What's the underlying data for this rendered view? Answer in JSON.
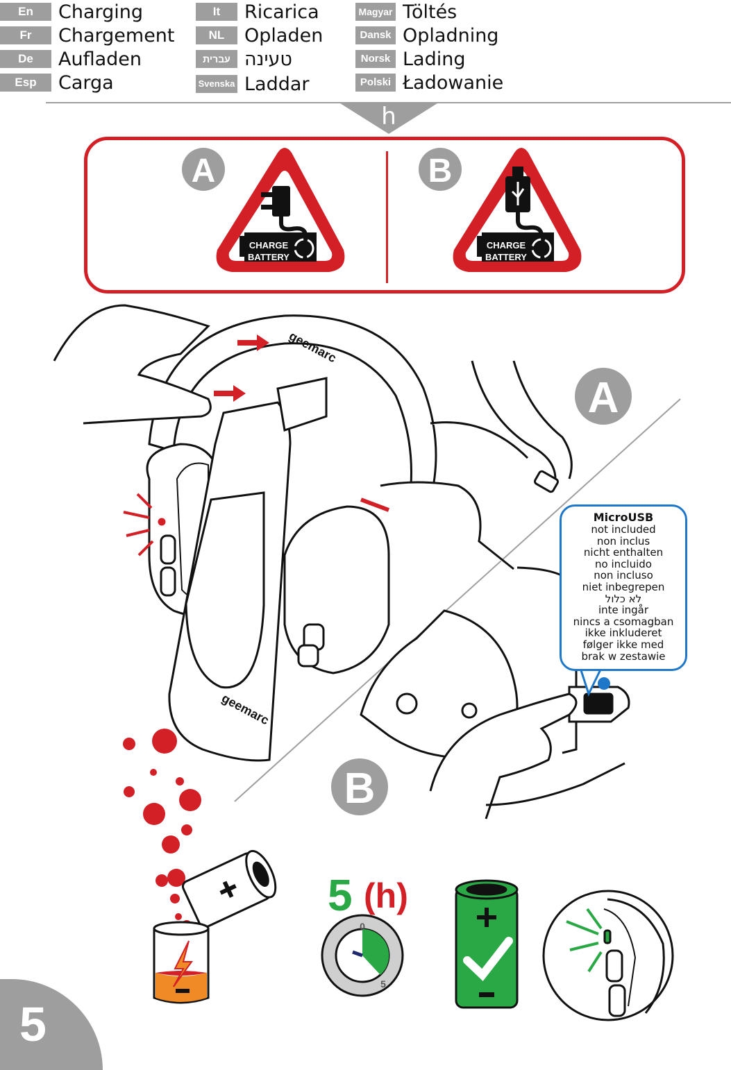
{
  "languages": [
    {
      "code": "En",
      "word": "Charging"
    },
    {
      "code": "Fr",
      "word": "Chargement"
    },
    {
      "code": "De",
      "word": "Aufladen"
    },
    {
      "code": "Esp",
      "word": "Carga"
    },
    {
      "code": "It",
      "word": "Ricarica"
    },
    {
      "code": "NL",
      "word": "Opladen"
    },
    {
      "code": "עברית",
      "word": "טעינה"
    },
    {
      "code": "Svenska",
      "word": "Laddar"
    },
    {
      "code": "Magyar",
      "word": "Töltés"
    },
    {
      "code": "Dansk",
      "word": "Opladning"
    },
    {
      "code": "Norsk",
      "word": "Lading"
    },
    {
      "code": "Polski",
      "word": "Ładowanie"
    }
  ],
  "section_tab": "h",
  "methods": {
    "a_letter": "A",
    "b_letter": "B",
    "sign_line1": "CHARGE",
    "sign_line2": "BATTERY"
  },
  "brand": "geemarc",
  "microusb": {
    "title": "MicroUSB",
    "lines": [
      "not included",
      "non inclus",
      "nicht enthalten",
      "no incluido",
      "non incluso",
      "niet inbegrepen",
      "לא כלול",
      "inte ingår",
      "nincs a csomagban",
      "ikke inkluderet",
      "følger ikke med",
      "brak w zestawie"
    ]
  },
  "charge_time": {
    "value": "5",
    "unit": "(h)",
    "dial_start": "0",
    "dial_end": "5"
  },
  "colors": {
    "red": "#d32027",
    "green": "#2aa845",
    "grey": "#9e9e9e",
    "blue": "#1e77c8",
    "orange": "#f08a24"
  },
  "page_number": "5"
}
